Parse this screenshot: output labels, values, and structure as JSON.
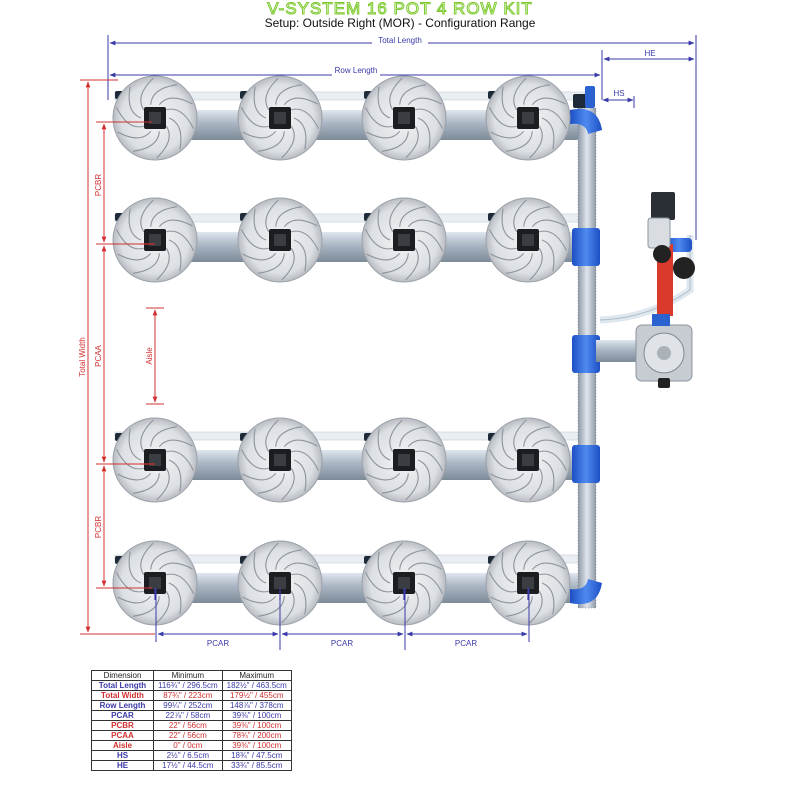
{
  "title": "V-SYSTEM 16 POT 4 ROW KIT",
  "subtitle": "Setup: Outside Right (MOR) - Configuration Range",
  "labels": {
    "total_length": "Total Length",
    "row_length": "Row Length",
    "he": "HE",
    "hs": "HS",
    "total_width": "Total Width",
    "pcbr": "PCBR",
    "pcaa": "PCAA",
    "aisle": "Aisle",
    "pcar": "PCAR"
  },
  "colors": {
    "blue_dim": "#3a3aa8",
    "red_dim": "#d23030",
    "title_green": "#7cc92b",
    "fitting_blue": "#2c63d9",
    "pipe_grey": "#a8b3bf"
  },
  "table": {
    "headers": [
      "Dimension",
      "Minimum",
      "Maximum"
    ],
    "rows": [
      {
        "name": "Total Length",
        "min": "116¾\" / 296.5cm",
        "max": "182½\" / 463.5cm",
        "color": "blue"
      },
      {
        "name": "Total Width",
        "min": "87¾\" / 223cm",
        "max": "179½\" / 455cm",
        "color": "red"
      },
      {
        "name": "Row Length",
        "min": "99¼\" / 252cm",
        "max": "148⅞\" / 378cm",
        "color": "blue"
      },
      {
        "name": "PCAR",
        "min": "22⅞\" / 58cm",
        "max": "39⅜\" / 100cm",
        "color": "blue"
      },
      {
        "name": "PCBR",
        "min": "22\" / 56cm",
        "max": "39⅜\" / 100cm",
        "color": "red"
      },
      {
        "name": "PCAA",
        "min": "22\" / 56cm",
        "max": "78¾\" / 200cm",
        "color": "red"
      },
      {
        "name": "Aisle",
        "min": "0\" / 0cm",
        "max": "39⅜\" / 100cm",
        "color": "red"
      },
      {
        "name": "HS",
        "min": "2½\" / 6.5cm",
        "max": "18¾\" / 47.5cm",
        "color": "blue"
      },
      {
        "name": "HE",
        "min": "17½\" / 44.5cm",
        "max": "33¾\" / 85.5cm",
        "color": "blue"
      }
    ]
  }
}
